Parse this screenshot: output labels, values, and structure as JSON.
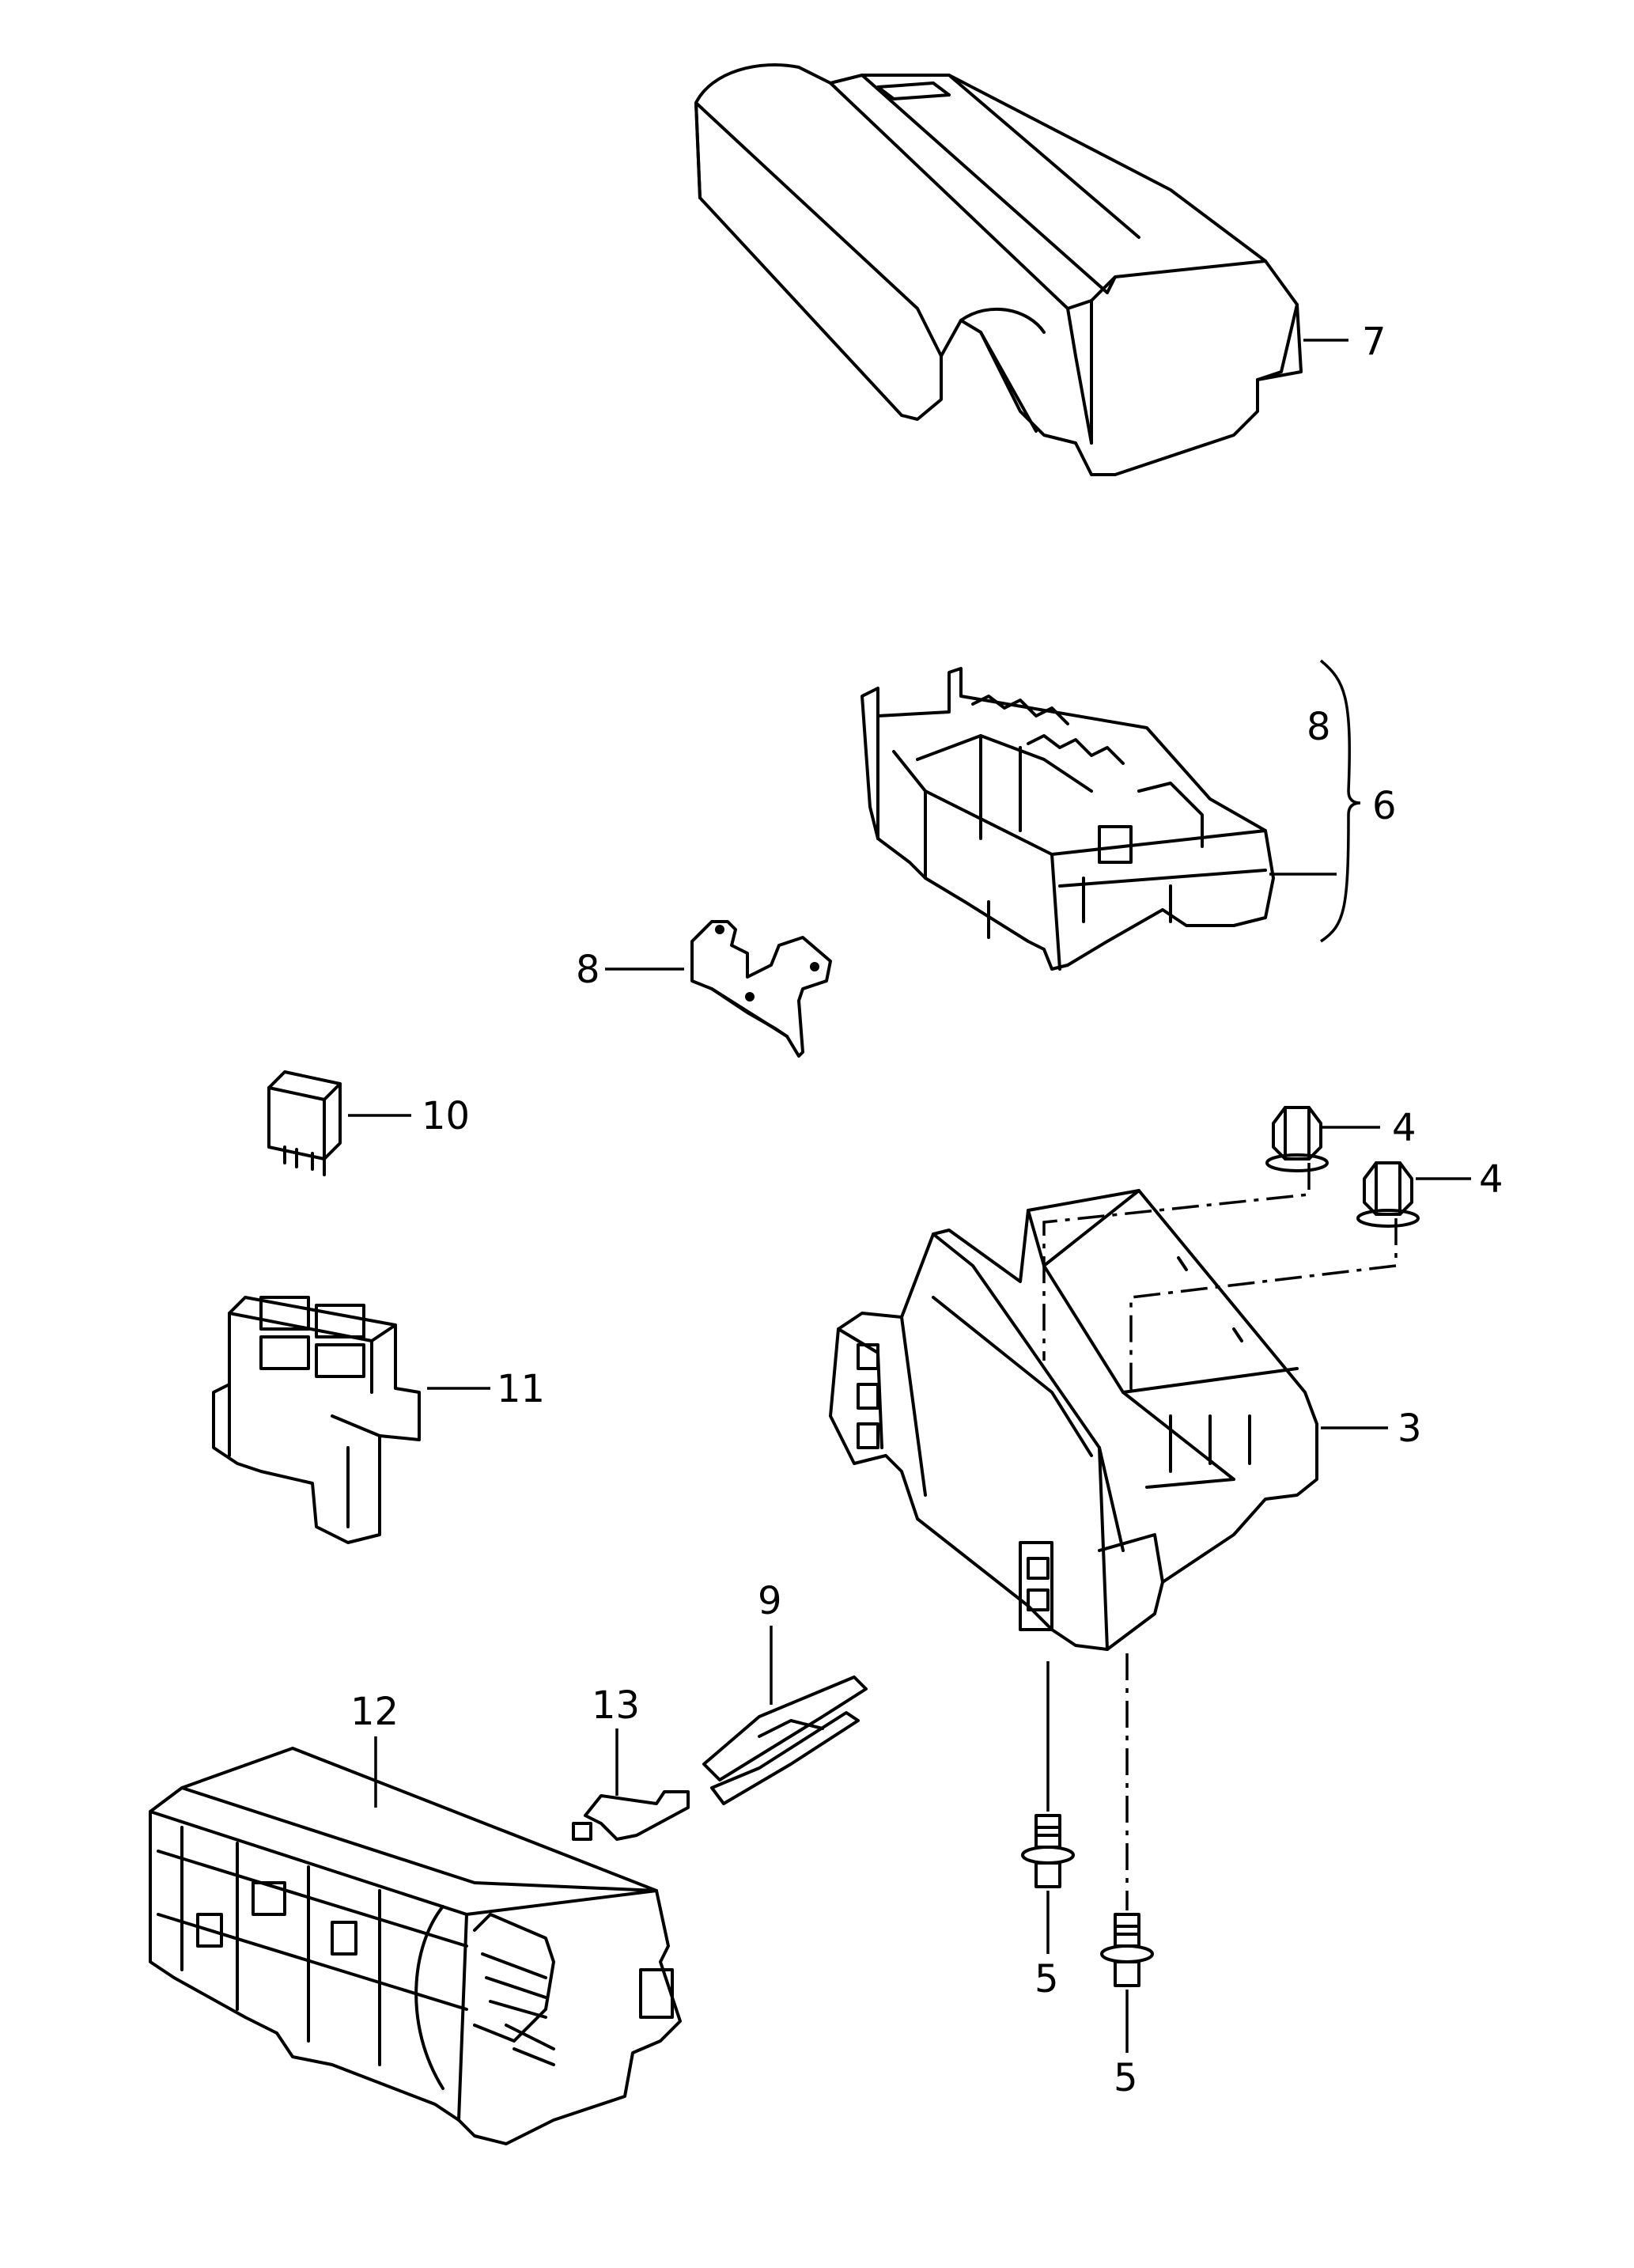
{
  "callouts": {
    "c7": "7",
    "c8_group": "8",
    "c6": "6",
    "c8": "8",
    "c10": "10",
    "c4_a": "4",
    "c4_b": "4",
    "c11": "11",
    "c3": "3",
    "c9": "9",
    "c12": "12",
    "c13": "13",
    "c5_a": "5",
    "c5_b": "5"
  }
}
